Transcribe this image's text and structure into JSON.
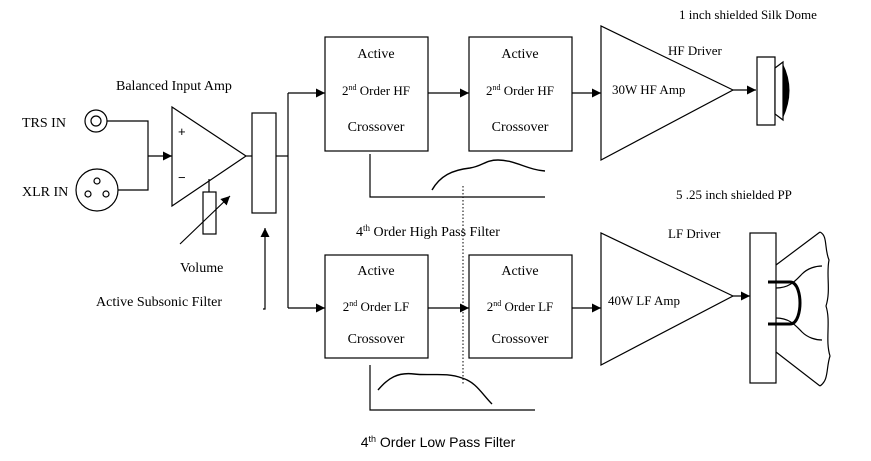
{
  "inputs": {
    "trs": "TRS IN",
    "xlr": "XLR IN"
  },
  "input_amp": {
    "label": "Balanced  Input Amp",
    "plus": "+",
    "minus": "−"
  },
  "volume": "Volume",
  "subsonic": "Active Subsonic Filter",
  "crossover": {
    "active": "Active",
    "hf_pre": "2",
    "hf_sup": "nd",
    "hf_post": " Order HF",
    "lf_pre": "2",
    "lf_sup": "nd",
    "lf_post": " Order LF",
    "word": "Crossover"
  },
  "amps": {
    "hf": "30W HF Amp",
    "lf": "40W LF Amp"
  },
  "hf_driver": {
    "line1": "1 inch shielded Silk Dome",
    "line2": "HF Driver"
  },
  "lf_driver": {
    "line1": "5 .25 inch shielded PP",
    "line2": "LF Driver"
  },
  "filters": {
    "hp_pre": "4",
    "hp_sup": "th",
    "hp_post": " Order High Pass Filter",
    "lp_pre": "4",
    "lp_sup": "th",
    "lp_post": " Order Low Pass Filter"
  }
}
